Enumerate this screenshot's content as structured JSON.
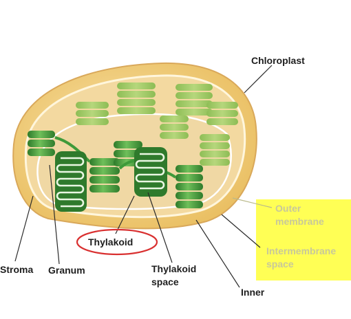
{
  "labels": {
    "chloroplast": "Chloroplast",
    "outer_1": "Outer",
    "outer_2": "membrane",
    "intermembrane_1": "Intermembrane",
    "intermembrane_2": "space",
    "inner": "Inner",
    "thylakoid_space_1": "Thylakoid",
    "thylakoid_space_2": "space",
    "thylakoid": "Thylakoid",
    "granum": "Granum",
    "stroma": "Stroma"
  },
  "colors": {
    "highlight_box": "#ffff55",
    "annotation_circle": "#d93030",
    "granum_green": "#3f9a3a",
    "outer_membrane": "#f6d891",
    "stroma": "#f1d79b"
  }
}
